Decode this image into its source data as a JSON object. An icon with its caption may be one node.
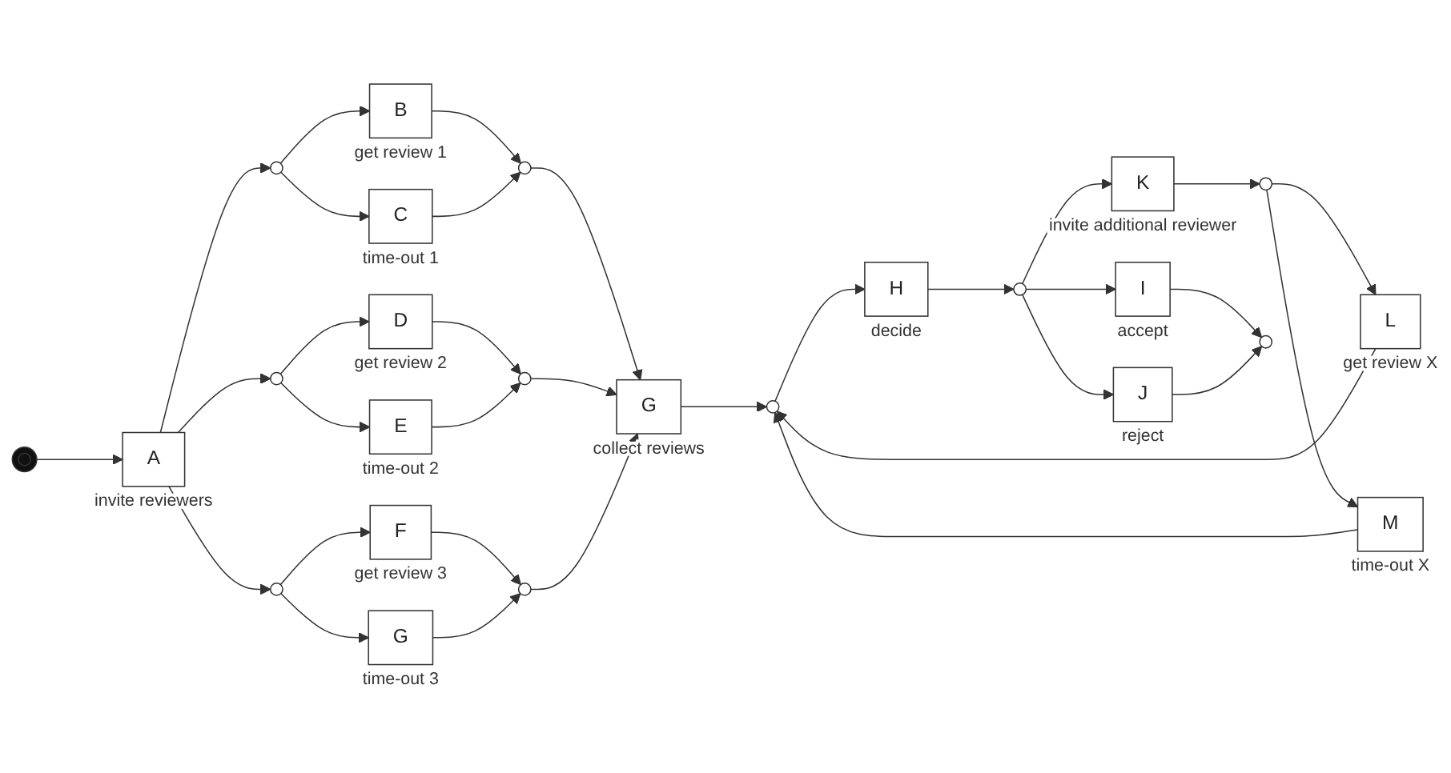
{
  "diagram": {
    "nodes": [
      {
        "text": [],
        "shape": "circle"
      },
      {
        "text": [
          "A"
        ],
        "beside": [
          "invite reviewers"
        ]
      },
      {
        "text": [],
        "shape": "circle"
      },
      {
        "text": [],
        "shape": "circle"
      },
      {
        "text": [],
        "shape": "circle"
      },
      {
        "text": [
          "B"
        ],
        "beside": [
          "get review 1"
        ]
      },
      {
        "text": [
          "C"
        ],
        "beside": [
          "time-out 1"
        ]
      },
      {
        "text": [
          "D"
        ],
        "beside": [
          "get review 2"
        ]
      },
      {
        "text": [
          "E"
        ],
        "beside": [
          "time-out 2"
        ]
      },
      {
        "text": [
          "F"
        ],
        "beside": [
          "get review 3"
        ]
      },
      {
        "text": [
          "G"
        ],
        "beside": [
          "time-out 3"
        ]
      },
      {
        "text": [],
        "shape": "circle"
      },
      {
        "text": [],
        "shape": "circle"
      },
      {
        "text": [],
        "shape": "circle"
      },
      {
        "text": [
          "G"
        ],
        "beside": [
          "collect reviews"
        ]
      },
      {
        "text": [],
        "shape": "circle"
      },
      {
        "text": [
          "H"
        ],
        "beside": [
          "decide"
        ]
      },
      {
        "text": [],
        "shape": "circle"
      },
      {
        "text": [
          "K"
        ],
        "beside": [
          "invite additional reviewer"
        ]
      },
      {
        "text": [],
        "shape": "circle"
      },
      {
        "text": [
          "L"
        ],
        "beside": [
          "get review X"
        ]
      },
      {
        "text": [
          "M"
        ],
        "beside": [
          "time-out X"
        ]
      },
      {
        "text": [
          "I"
        ],
        "beside": [
          "accept"
        ]
      },
      {
        "text": [
          "J"
        ],
        "beside": [
          "reject"
        ]
      },
      {
        "text": [],
        "shape": "circle"
      }
    ],
    "edges": [
      {
        "from": 0,
        "to": 1,
        "arrow": "to"
      },
      {
        "from": 1,
        "to": 2,
        "arrow": "to"
      },
      {
        "from": 1,
        "to": 3,
        "arrow": "to"
      },
      {
        "from": 1,
        "to": 4,
        "arrow": "to"
      },
      {
        "from": 2,
        "to": 5,
        "arrow": "to"
      },
      {
        "from": 2,
        "to": 6,
        "arrow": "to"
      },
      {
        "from": 3,
        "to": 7,
        "arrow": "to"
      },
      {
        "from": 3,
        "to": 8,
        "arrow": "to"
      },
      {
        "from": 4,
        "to": 9,
        "arrow": "to"
      },
      {
        "from": 4,
        "to": 10,
        "arrow": "to"
      },
      {
        "from": 5,
        "to": 11,
        "arrow": "to"
      },
      {
        "from": 6,
        "to": 11,
        "arrow": "to"
      },
      {
        "from": 7,
        "to": 12,
        "arrow": "to"
      },
      {
        "from": 8,
        "to": 12,
        "arrow": "to"
      },
      {
        "from": 9,
        "to": 13,
        "arrow": "to"
      },
      {
        "from": 10,
        "to": 13,
        "arrow": "to"
      },
      {
        "from": 11,
        "to": 14,
        "arrow": "to"
      },
      {
        "from": 12,
        "to": 14,
        "arrow": "to"
      },
      {
        "from": 13,
        "to": 14,
        "arrow": "to"
      },
      {
        "from": 14,
        "to": 15,
        "arrow": "to"
      },
      {
        "from": 15,
        "to": 16,
        "arrow": "to"
      },
      {
        "from": 16,
        "to": 17,
        "arrow": "to"
      },
      {
        "from": 17,
        "to": 18,
        "arrow": "to"
      },
      {
        "from": 18,
        "to": 19,
        "arrow": "to"
      },
      {
        "from": 19,
        "to": 20,
        "arrow": "to"
      },
      {
        "from": 19,
        "to": 21,
        "arrow": "to"
      },
      {
        "from": 20,
        "to": 15,
        "arrow": "to"
      },
      {
        "from": 21,
        "to": 15,
        "arrow": "to"
      },
      {
        "from": 17,
        "to": 22,
        "arrow": "to"
      },
      {
        "from": 17,
        "to": 23,
        "arrow": "to"
      },
      {
        "from": 22,
        "to": 24,
        "arrow": "to"
      },
      {
        "from": 23,
        "to": 24,
        "arrow": "to"
      }
    ]
  }
}
